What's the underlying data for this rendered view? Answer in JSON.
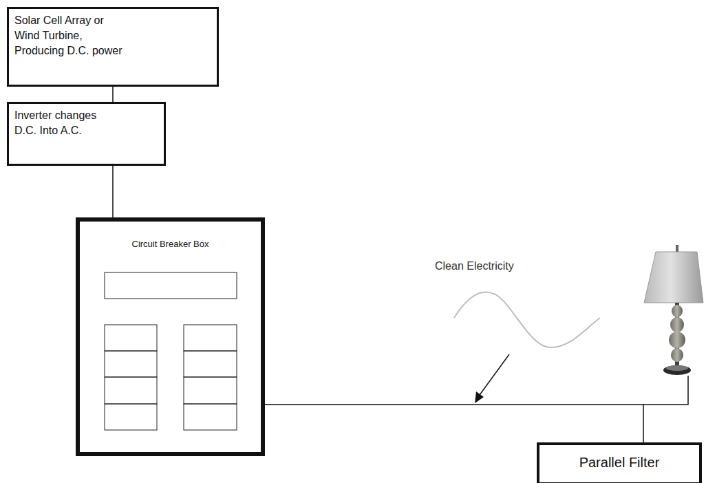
{
  "diagram": {
    "nodes": [
      {
        "text": [
          "Solar Cell Array or Wind Turbine, Producing D.C. power"
        ]
      },
      {
        "text": [
          "Inverter changes D.C. Into A.C."
        ]
      },
      {
        "text": [
          "Circuit Breaker Box"
        ]
      },
      {
        "text": [
          "Parallel Filter"
        ]
      }
    ],
    "edges": [
      {
        "from": 0,
        "to": 1,
        "arrow": "none"
      },
      {
        "from": 1,
        "to": 2,
        "arrow": "none"
      },
      {
        "from": 2,
        "to": 3,
        "arrow": "none"
      }
    ],
    "labels": [
      "Clean Electricity"
    ]
  }
}
